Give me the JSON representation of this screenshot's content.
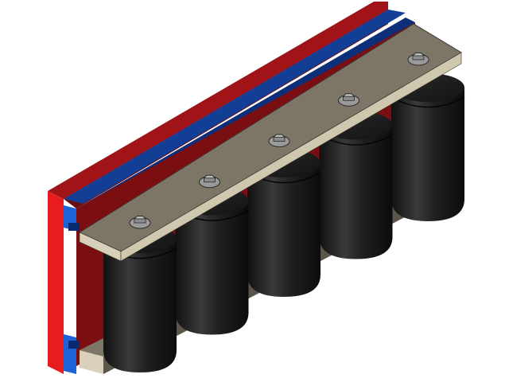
{
  "scene": {
    "subject": "capacitor-bank-assembly",
    "background_color": "#ffffff",
    "colors": {
      "red_bar_front": "#e81c1c",
      "red_bar_face": "#8a0f12",
      "red_bar_top": "#a01418",
      "blue_bar_front": "#1d63d8",
      "blue_bar_face": "#0d2f7a",
      "blue_bar_top": "#123e96",
      "plate_top": "#7d7566",
      "plate_edge": "#d8d0b8",
      "plate_dark": "#5c564a",
      "capacitor_body": "#1c1c1c",
      "capacitor_highlight": "#3a3a3a",
      "bolt": "#8c8c8c"
    },
    "capacitor_count": 5,
    "bolt_count": 5
  }
}
